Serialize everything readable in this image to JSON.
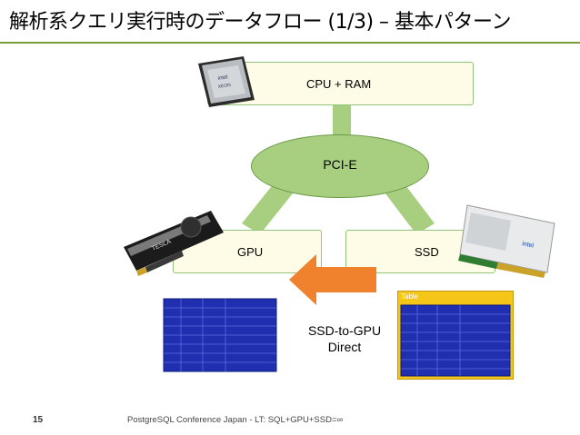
{
  "slide": {
    "title": "解析系クエリ実行時のデータフロー (1/3) – 基本パターン",
    "page_number": "15",
    "footer": "PostgreSQL Conference Japan - LT: SQL+GPU+SSD=∞"
  },
  "nodes": {
    "cpu_ram": "CPU + RAM",
    "pcie": "PCI-E",
    "gpu": "GPU",
    "ssd": "SSD"
  },
  "transfer_label": [
    "SSD-to-GPU",
    "Direct"
  ],
  "table_caption": "Table",
  "colors": {
    "box_fill": "#fefbe6",
    "box_border": "#92c47c",
    "link_green": "#a8cf80",
    "arrow_orange": "#f0822d",
    "table_blue": "#1f2fb0",
    "table_yellow": "#f5c518",
    "title_rule": "#7a9c3d"
  },
  "images": {
    "cpu": "intel-xeon-cpu-chip",
    "gpu": "nvidia-tesla-gpu-card",
    "ssd": "intel-nvme-ssd-card"
  }
}
